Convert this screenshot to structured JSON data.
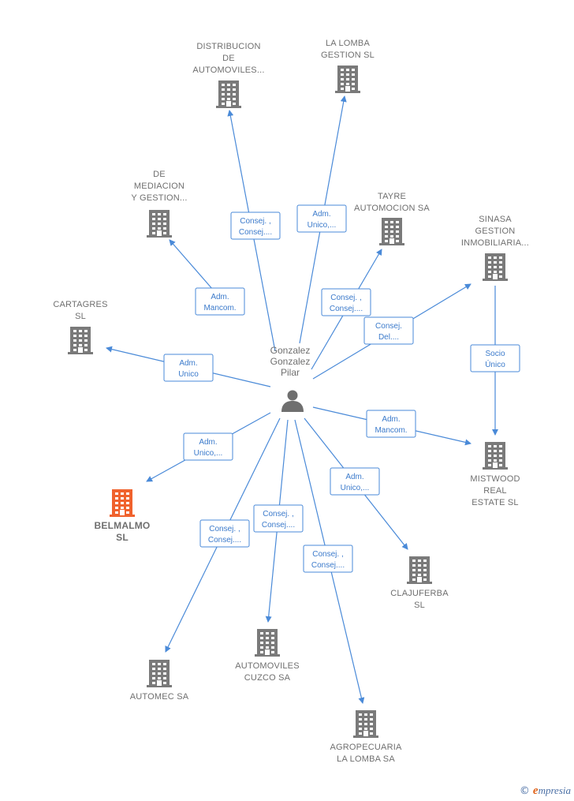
{
  "center": {
    "lines": [
      "Gonzalez",
      "Gonzalez",
      "Pilar"
    ],
    "icon": "person-icon"
  },
  "companies": [
    {
      "id": "distribucion",
      "lines": [
        "DISTRIBUCION",
        "DE",
        "AUTOMOVILES..."
      ],
      "highlight": false
    },
    {
      "id": "lalomba",
      "lines": [
        "LA LOMBA",
        "GESTION  SL"
      ],
      "highlight": false
    },
    {
      "id": "mediacion",
      "lines": [
        "DE",
        "MEDIACION",
        "Y GESTION..."
      ],
      "highlight": false
    },
    {
      "id": "tayre",
      "lines": [
        "TAYRE",
        "AUTOMOCION SA"
      ],
      "highlight": false
    },
    {
      "id": "sinasa",
      "lines": [
        "SINASA",
        "GESTION",
        "INMOBILIARIA..."
      ],
      "highlight": false
    },
    {
      "id": "cartagres",
      "lines": [
        "CARTAGRES",
        "SL"
      ],
      "highlight": false
    },
    {
      "id": "mistwood",
      "lines": [
        "MISTWOOD",
        "REAL",
        "ESTATE  SL"
      ],
      "highlight": false
    },
    {
      "id": "belmalmo",
      "lines": [
        "BELMALMO",
        "SL"
      ],
      "highlight": true
    },
    {
      "id": "clajuferba",
      "lines": [
        "CLAJUFERBA",
        "SL"
      ],
      "highlight": false
    },
    {
      "id": "automec",
      "lines": [
        "AUTOMEC SA"
      ],
      "highlight": false
    },
    {
      "id": "cuzco",
      "lines": [
        "AUTOMOVILES",
        "CUZCO SA"
      ],
      "highlight": false
    },
    {
      "id": "agropecuaria",
      "lines": [
        "AGROPECUARIA",
        "LA LOMBA SA"
      ],
      "highlight": false
    }
  ],
  "edges": [
    {
      "from": "center",
      "to": "distribucion",
      "label": [
        "Consej. ,",
        "Consej...."
      ]
    },
    {
      "from": "center",
      "to": "lalomba",
      "label": [
        "Adm.",
        "Unico,..."
      ]
    },
    {
      "from": "center",
      "to": "mediacion",
      "label": [
        "Adm.",
        "Mancom."
      ]
    },
    {
      "from": "center",
      "to": "tayre",
      "label": [
        "Consej. ,",
        "Consej...."
      ]
    },
    {
      "from": "center",
      "to": "sinasa",
      "label": [
        "Consej.",
        "Del...."
      ]
    },
    {
      "from": "center",
      "to": "cartagres",
      "label": [
        "Adm.",
        "Unico"
      ]
    },
    {
      "from": "center",
      "to": "mistwood",
      "label": [
        "Adm.",
        "Mancom."
      ]
    },
    {
      "from": "sinasa",
      "to": "mistwood",
      "label": [
        "Socio",
        "Único"
      ]
    },
    {
      "from": "center",
      "to": "belmalmo",
      "label": [
        "Adm.",
        "Unico,..."
      ]
    },
    {
      "from": "center",
      "to": "clajuferba",
      "label": [
        "Adm.",
        "Unico,..."
      ]
    },
    {
      "from": "center",
      "to": "automec",
      "label": [
        "Consej. ,",
        "Consej...."
      ]
    },
    {
      "from": "center",
      "to": "cuzco",
      "label": [
        "Consej. ,",
        "Consej...."
      ]
    },
    {
      "from": "center",
      "to": "agropecuaria",
      "label": [
        "Consej. ,",
        "Consej...."
      ]
    }
  ],
  "colors": {
    "edge": "#4a8ad8",
    "building": "#7a7a7a",
    "highlight": "#f0622d",
    "label": "#6f6f6f"
  },
  "footer": {
    "copyright": "©",
    "brand_initial": "e",
    "brand_rest": "mpresia"
  }
}
